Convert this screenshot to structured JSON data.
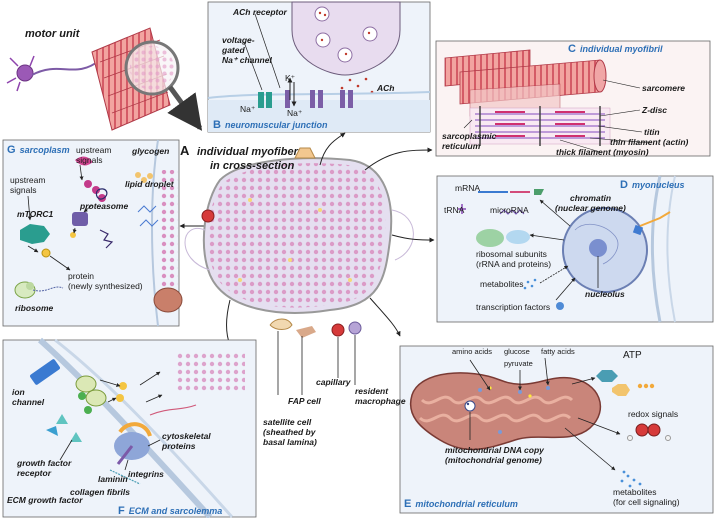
{
  "top": {
    "motor_unit": "motor unit"
  },
  "center": {
    "letter": "A",
    "title_1": "individual myofiber",
    "title_2": "in cross-section",
    "cells": [
      {
        "line1": "capillary"
      },
      {
        "line1": "resident",
        "line2": "macrophage"
      },
      {
        "line1": "FAP cell"
      },
      {
        "line1": "satellite cell",
        "line2": "(sheathed by",
        "line3": "basal lamina)"
      }
    ]
  },
  "panels": {
    "B": {
      "letter": "B",
      "title": "neuromuscular junction",
      "labels": {
        "ach_receptor": "ACh receptor",
        "na_channel_1": "voltage-",
        "na_channel_2": "gated",
        "na_channel_3": "Na⁺ channel",
        "k": "K⁺",
        "na_out": "Na⁺",
        "na_in": "Na⁺",
        "ach": "ACh"
      }
    },
    "C": {
      "letter": "C",
      "title": "individual myofibril",
      "labels": {
        "sarcomere": "sarcomere",
        "zdisc": "Z-disc",
        "titin": "titin",
        "thin": "thin filament (actin)",
        "thick": "thick filament (myosin)",
        "sr_1": "sarcoplasmic",
        "sr_2": "reticulum"
      }
    },
    "D": {
      "letter": "D",
      "title": "myonucleus",
      "labels": {
        "mrna": "mRNA",
        "trna": "tRNA",
        "microrna": "microRNA",
        "chromatin_1": "chromatin",
        "chromatin_2": "(nuclear genome)",
        "ribo_1": "ribosomal subunits",
        "ribo_2": "(rRNA and proteins)",
        "metabolites": "metabolites",
        "nucleolus": "nucleolus",
        "tf": "transcription factors"
      }
    },
    "E": {
      "letter": "E",
      "title": "mitochondrial reticulum",
      "labels": {
        "amino": "amino acids",
        "glucose": "glucose",
        "pyruvate": "pyruvate",
        "fatty": "fatty acids",
        "atp": "ATP",
        "redox": "redox signals",
        "mtdna_1": "mitochondrial DNA copy",
        "mtdna_2": "(mitochondrial genome)",
        "metab_1": "metabolites",
        "metab_2": "(for cell signaling)"
      }
    },
    "F": {
      "letter": "F",
      "title": "ECM and sarcolemma",
      "labels": {
        "ion_1": "ion",
        "ion_2": "channel",
        "gfr_1": "growth factor",
        "gfr_2": "receptor",
        "integrins": "integrins",
        "laminin": "laminin",
        "collagen": "collagen fibrils",
        "ecm_gf": "ECM growth factor",
        "cyto_1": "cytoskeletal",
        "cyto_2": "proteins"
      }
    },
    "G": {
      "letter": "G",
      "title": "sarcoplasm",
      "labels": {
        "up1_1": "upstream",
        "up1_2": "signals",
        "up2_1": "upstream",
        "up2_2": "signals",
        "glycogen": "glycogen",
        "lipid": "lipid droplet",
        "mtorc1": "mTORC1",
        "proteasome": "proteasome",
        "protein_1": "protein",
        "protein_2": "(newly synthesized)",
        "ribosome": "ribosome"
      }
    }
  }
}
